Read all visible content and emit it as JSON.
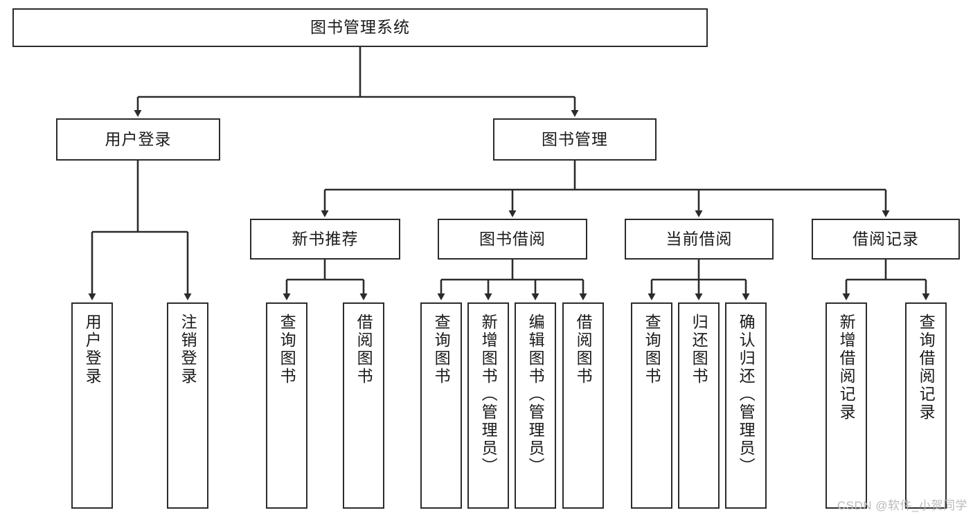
{
  "diagram": {
    "type": "tree",
    "title": "图书管理系统",
    "watermark": "CSDN @软件_小贺同学",
    "colors": {
      "border": "#2b2b2b",
      "background": "#ffffff",
      "text": "#1a1a1a",
      "watermark": "#b9b9b9"
    },
    "levels": {
      "root": {
        "label": "图书管理系统"
      },
      "level2": [
        {
          "label": "用户登录"
        },
        {
          "label": "图书管理"
        }
      ],
      "level3": [
        {
          "label": "新书推荐"
        },
        {
          "label": "图书借阅"
        },
        {
          "label": "当前借阅"
        },
        {
          "label": "借阅记录"
        }
      ],
      "leaves": [
        {
          "label": "用户登录",
          "parent": "用户登录"
        },
        {
          "label": "注销登录",
          "parent": "用户登录"
        },
        {
          "label": "查询图书",
          "parent": "新书推荐"
        },
        {
          "label": "借阅图书",
          "parent": "新书推荐"
        },
        {
          "label": "查询图书",
          "parent": "图书借阅"
        },
        {
          "label": "新增图书（管理员）",
          "parent": "图书借阅"
        },
        {
          "label": "编辑图书（管理员）",
          "parent": "图书借阅"
        },
        {
          "label": "借阅图书",
          "parent": "图书借阅"
        },
        {
          "label": "查询图书",
          "parent": "当前借阅"
        },
        {
          "label": "归还图书",
          "parent": "当前借阅"
        },
        {
          "label": "确认归还（管理员）",
          "parent": "当前借阅"
        },
        {
          "label": "新增借阅记录",
          "parent": "借阅记录"
        },
        {
          "label": "查询借阅记录",
          "parent": "借阅记录"
        }
      ]
    }
  }
}
